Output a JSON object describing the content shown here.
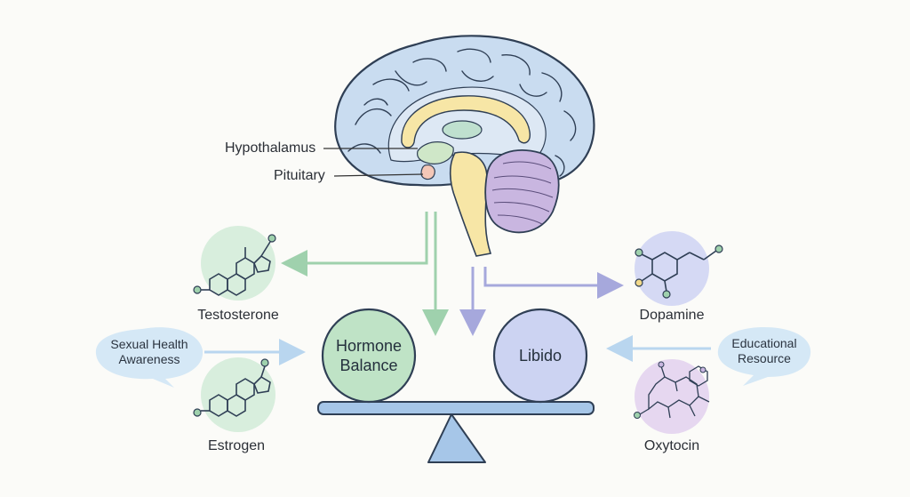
{
  "labels": {
    "hypothalamus": "Hypothalamus",
    "pituitary": "Pituitary",
    "testosterone": "Testosterone",
    "estrogen": "Estrogen",
    "dopamine": "Dopamine",
    "oxytocin": "Oxytocin"
  },
  "scale": {
    "left_line1": "Hormone",
    "left_line2": "Balance",
    "right": "Libido"
  },
  "bubbles": {
    "left_line1": "Sexual Health",
    "left_line2": "Awareness",
    "right_line1": "Educational",
    "right_line2": "Resource"
  },
  "colors": {
    "brain_fill": "#c9dcf0",
    "brain_outline": "#2f3f55",
    "corpus_callosum": "#f7e6a6",
    "cerebellum": "#c9b6e0",
    "green_arrow": "#9fd1ad",
    "purple_arrow": "#a6a8dc",
    "blue_arrow": "#b9d6ef",
    "testosterone_bg": "#d8eedd",
    "dopamine_bg": "#d5d9f4",
    "oxytocin_bg": "#e6d7f0",
    "beam": "#a6c6e8"
  }
}
